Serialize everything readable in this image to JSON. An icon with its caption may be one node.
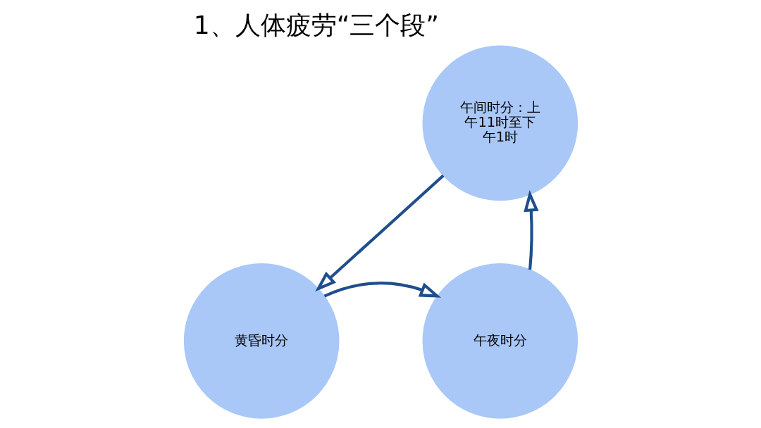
{
  "diagram": {
    "title": "1、人体疲劳“三个段”",
    "nodes": [
      {
        "text": [
          "午间时分：上午11时至下午1时"
        ]
      },
      {
        "text": [
          "黄昏时分"
        ]
      },
      {
        "text": [
          "午夜时分"
        ]
      }
    ],
    "edges": [
      {
        "from": 0,
        "to": 1,
        "arrow": "to"
      },
      {
        "from": 1,
        "to": 2,
        "arrow": "to"
      },
      {
        "from": 2,
        "to": 0,
        "arrow": "to"
      }
    ]
  }
}
